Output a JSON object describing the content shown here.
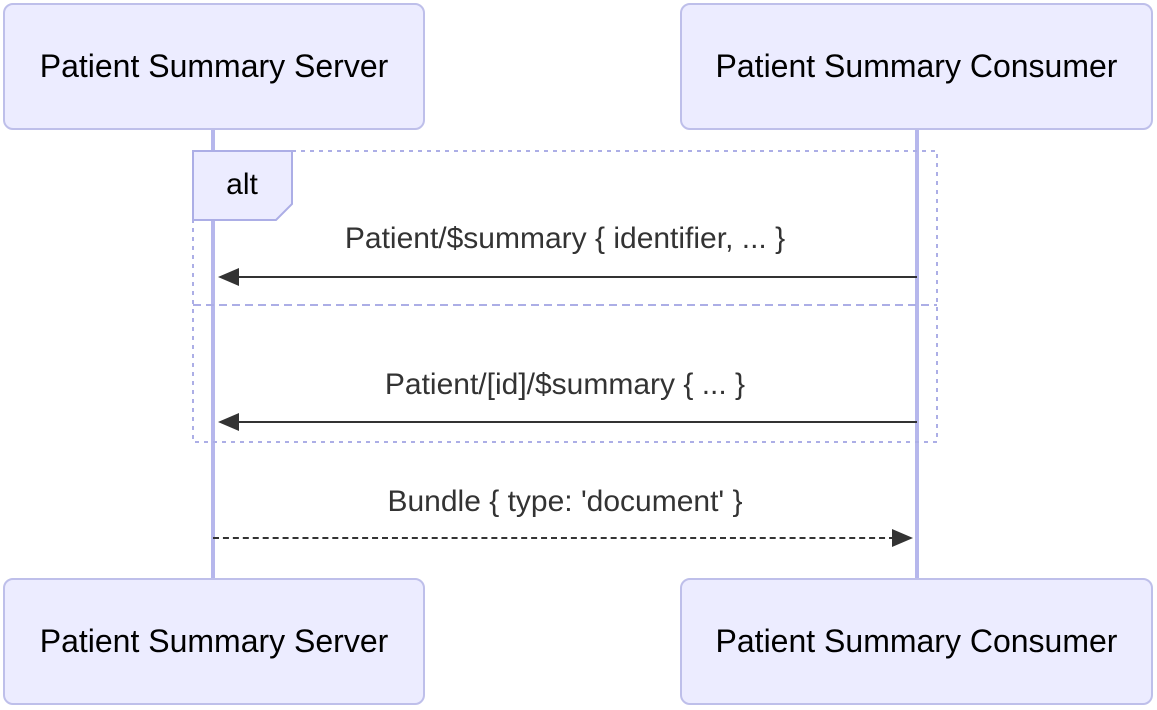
{
  "diagram_type": "sequence",
  "actors": [
    {
      "label": "Patient Summary Server"
    },
    {
      "label": "Patient Summary Consumer"
    }
  ],
  "frame": {
    "operator": "alt"
  },
  "messages": [
    {
      "text": "Patient/$summary { identifier, ... }",
      "from": "Patient Summary Consumer",
      "to": "Patient Summary Server",
      "line": "solid",
      "section": "alt-option-1"
    },
    {
      "text": "Patient/[id]/$summary { ... }",
      "from": "Patient Summary Consumer",
      "to": "Patient Summary Server",
      "line": "solid",
      "section": "alt-option-2"
    },
    {
      "text": "Bundle { type: 'document' }",
      "from": "Patient Summary Server",
      "to": "Patient Summary Consumer",
      "line": "dashed",
      "section": "after-alt"
    }
  ],
  "colors": {
    "actor_fill": "#ECECFF",
    "actor_border": "#BEBFEA",
    "actor_text": "#000000",
    "lifeline": "#B6B7EC",
    "frame_border": "#ACAEE6",
    "message_color": "#333333"
  }
}
